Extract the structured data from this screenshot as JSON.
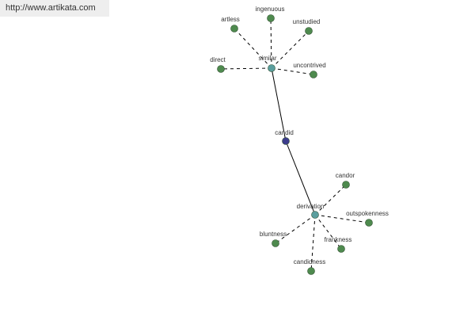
{
  "banner": {
    "url": "http://www.artikata.com"
  },
  "colors": {
    "leaf": "#4e8a4e",
    "hub": "#5a9e9e",
    "center": "#3c3c8c",
    "edge": "#000000",
    "label": "#333333"
  },
  "graph": {
    "center": {
      "id": "candid",
      "label": "candid"
    },
    "hubs": [
      {
        "id": "similar",
        "label": "similar",
        "leaves": [
          "artless",
          "ingenuous",
          "unstudied",
          "direct",
          "uncontrived"
        ]
      },
      {
        "id": "derivation",
        "label": "derivation",
        "leaves": [
          "candor",
          "outspokenness",
          "frankness",
          "candidness",
          "bluntness"
        ]
      }
    ]
  }
}
